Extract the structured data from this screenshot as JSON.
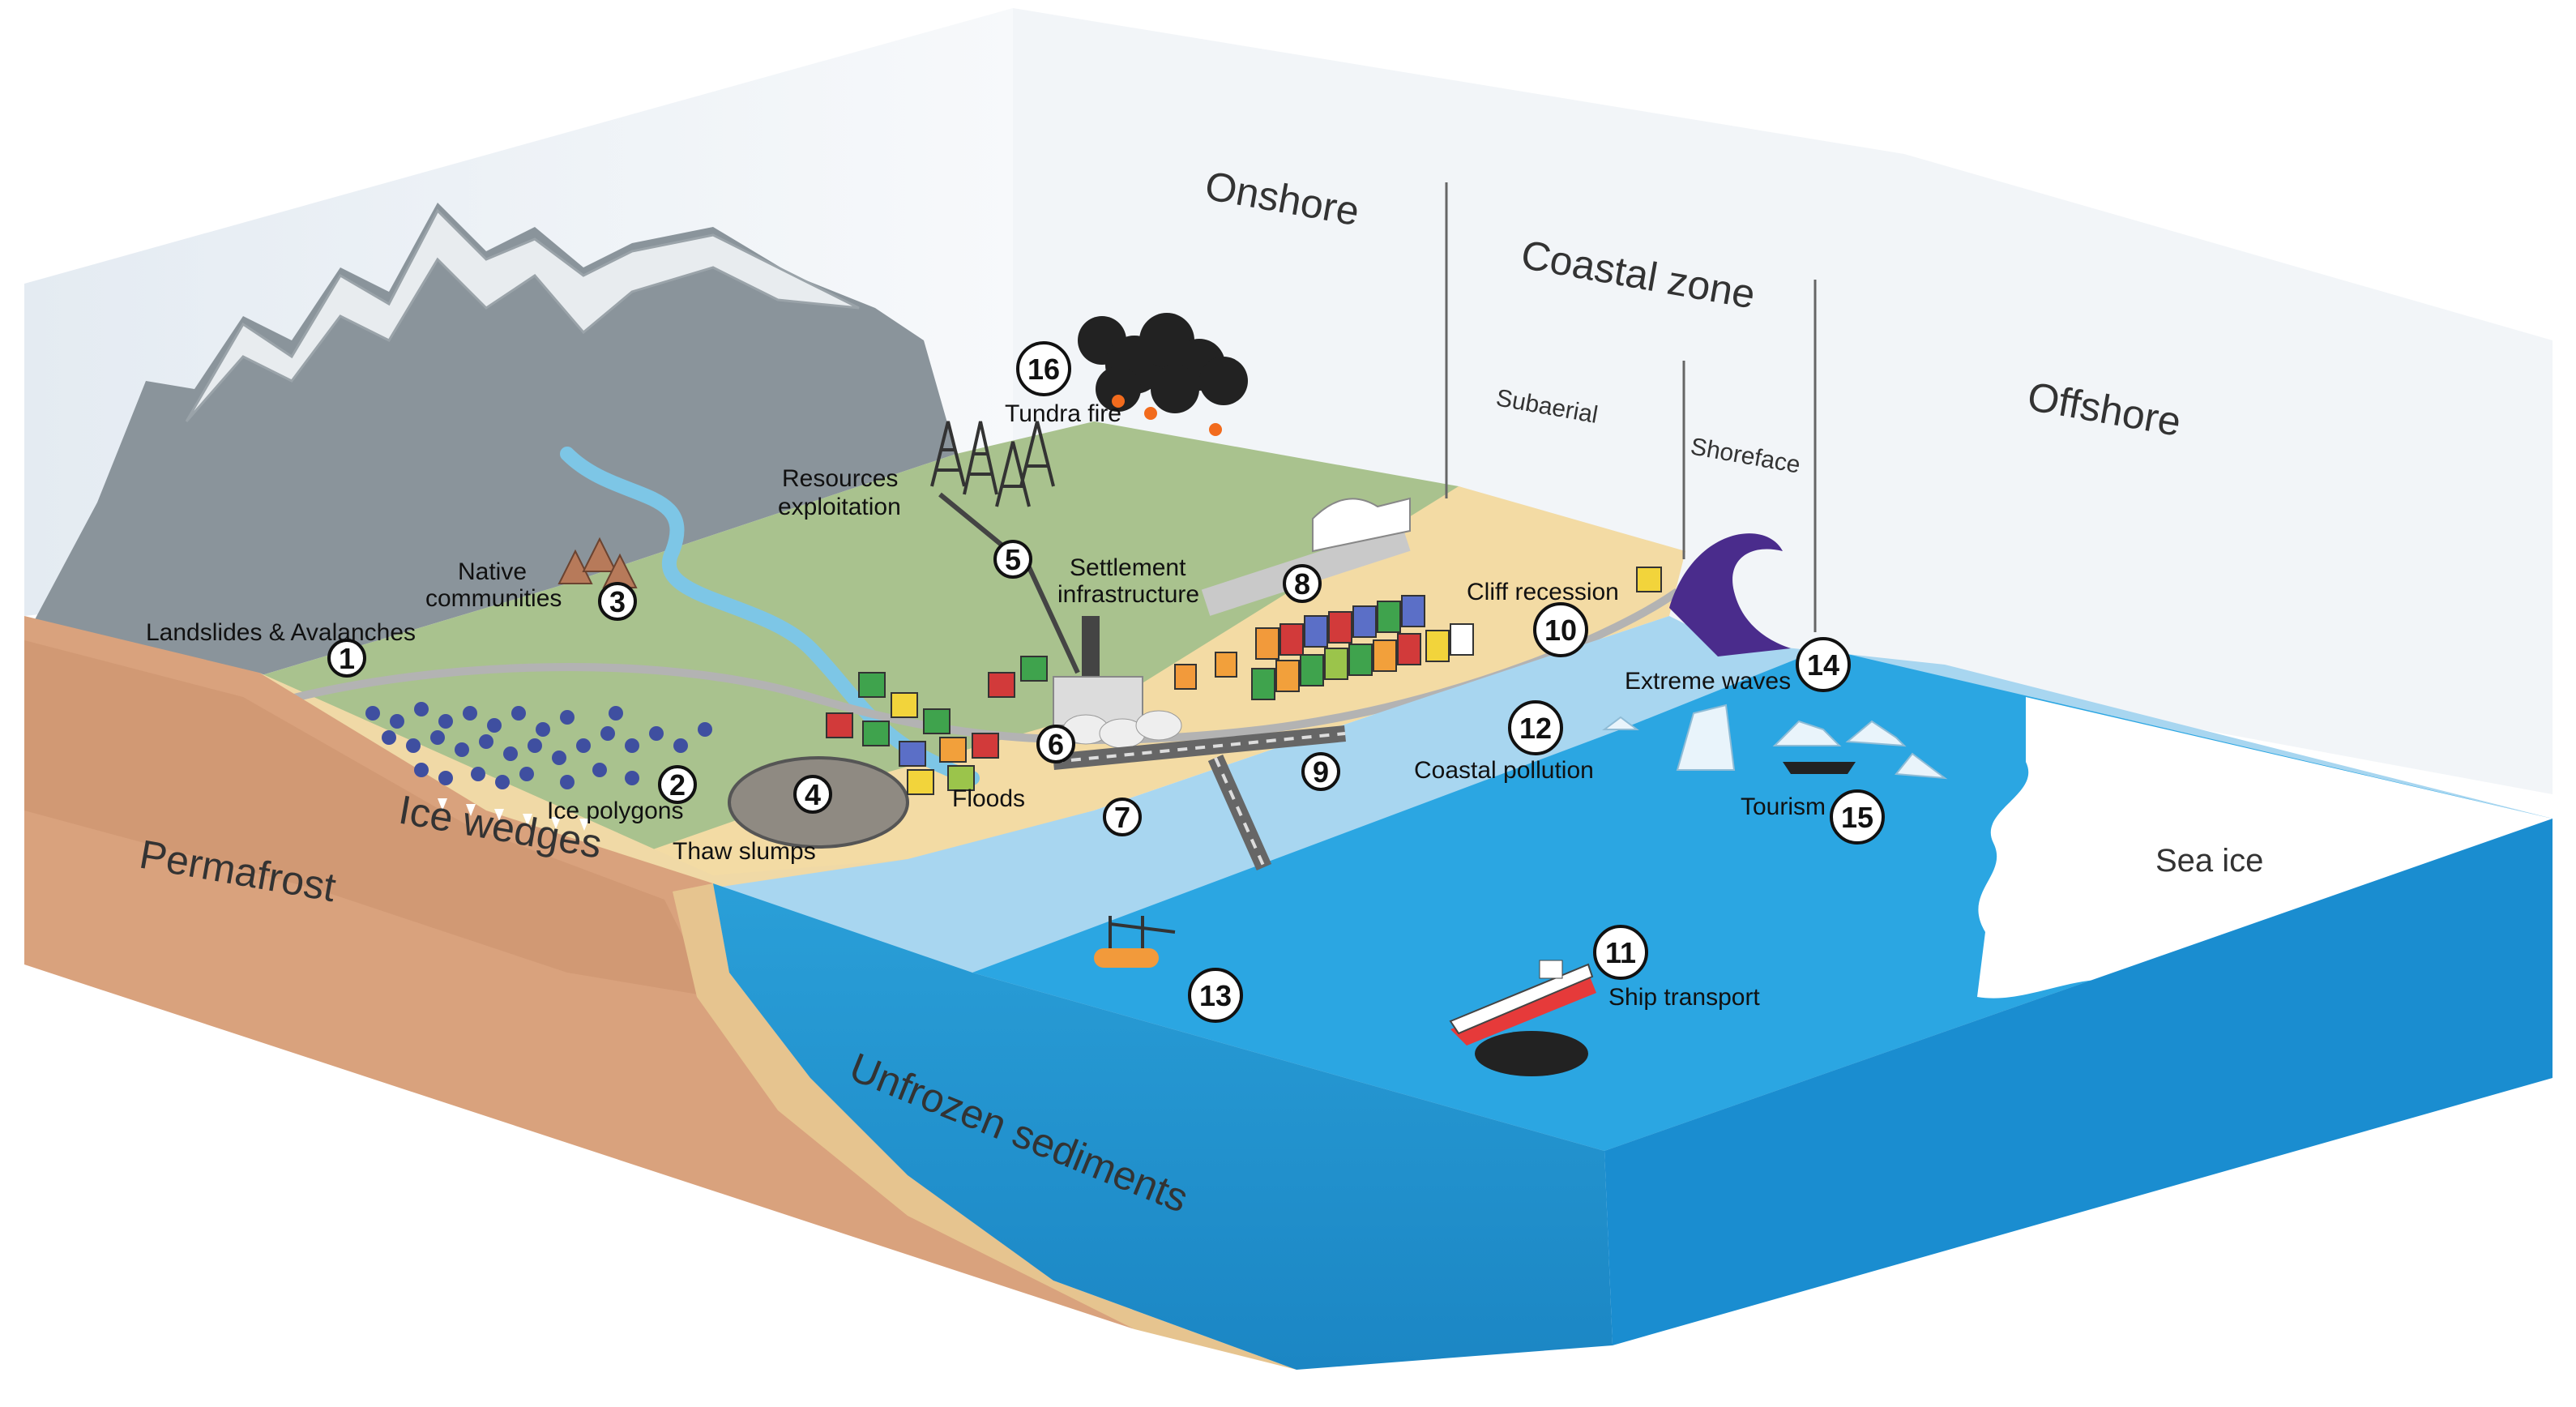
{
  "zones": {
    "onshore": "Onshore",
    "coastal": "Coastal zone",
    "subaerial": "Subaerial",
    "shoreface": "Shoreface",
    "offshore": "Offshore"
  },
  "layers": {
    "permafrost": "Permafrost",
    "ice_wedges": "Ice wedges",
    "unfrozen": "Unfrozen sediments",
    "sea_ice": "Sea ice"
  },
  "hazards": [
    {
      "num": "1",
      "label": "Landslides & Avalanches"
    },
    {
      "num": "2",
      "label": "Ice polygons"
    },
    {
      "num": "3",
      "label": "Native",
      "label2": "communities"
    },
    {
      "num": "4",
      "label": "Thaw slumps"
    },
    {
      "num": "5",
      "label": "Resources",
      "label2": "exploitation"
    },
    {
      "num": "6",
      "label": "Floods"
    },
    {
      "num": "7",
      "label": ""
    },
    {
      "num": "8",
      "label": "Settlement",
      "label2": "infrastructure"
    },
    {
      "num": "9",
      "label": ""
    },
    {
      "num": "10",
      "label": "Cliff recession"
    },
    {
      "num": "11",
      "label": "Ship transport"
    },
    {
      "num": "12",
      "label": "Coastal pollution"
    },
    {
      "num": "13",
      "label": ""
    },
    {
      "num": "14",
      "label": "Extreme waves"
    },
    {
      "num": "15",
      "label": "Tourism"
    },
    {
      "num": "16",
      "label": "Tundra fire"
    }
  ]
}
